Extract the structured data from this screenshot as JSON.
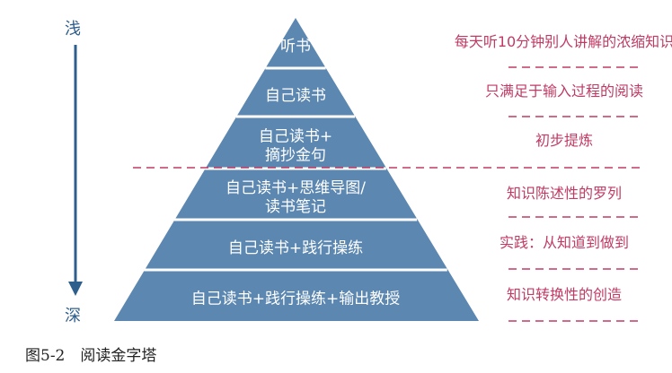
{
  "axis": {
    "top_label": "浅",
    "bottom_label": "深"
  },
  "levels": [
    {
      "lines": [
        "听书"
      ],
      "description": "每天听10分钟别人讲解的浓缩知识"
    },
    {
      "lines": [
        "自己读书"
      ],
      "description": "只满足于输入过程的阅读"
    },
    {
      "lines": [
        "自己读书+",
        "摘抄金句"
      ],
      "description": "初步提炼"
    },
    {
      "lines": [
        "自己读书+思维导图/",
        "读书笔记"
      ],
      "description": "知识陈述性的罗列"
    },
    {
      "lines": [
        "自己读书+践行操练"
      ],
      "description": "实践：从知道到做到"
    },
    {
      "lines": [
        "自己读书+践行操练+输出教授"
      ],
      "description": "知识转换性的创造"
    }
  ],
  "caption": "图5-2　阅读金字塔",
  "colors": {
    "pyramid": "#5b87b0",
    "divider": "#ffffff",
    "dashed": "#c03a64",
    "description": "#c03a64",
    "axis": "#2e5e8c"
  }
}
